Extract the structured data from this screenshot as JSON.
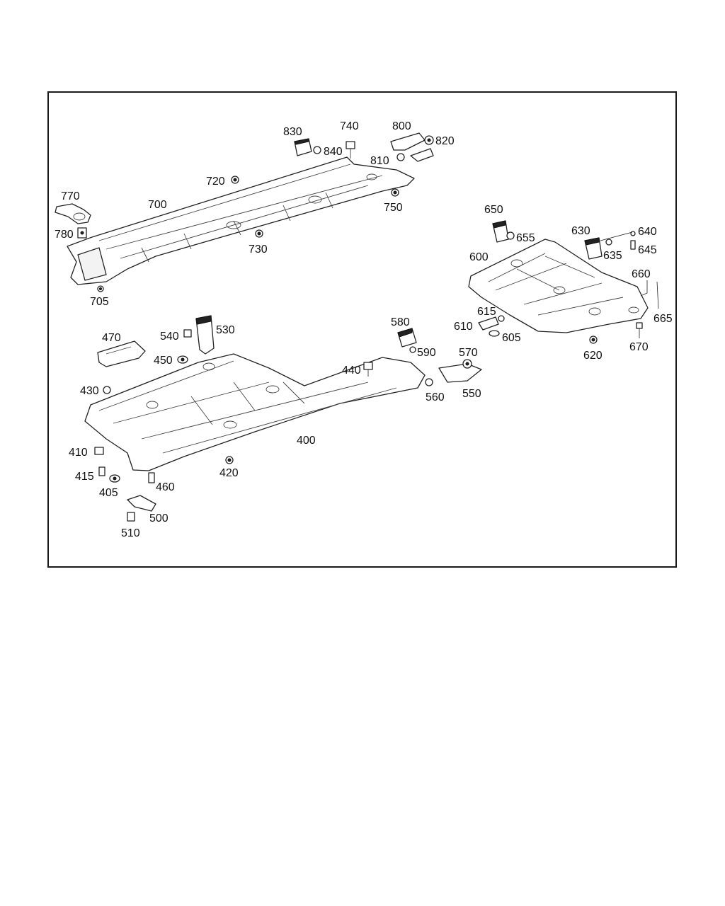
{
  "colors": {
    "ink": "#1a1a1a",
    "paper": "#ffffff"
  },
  "labels": {
    "p400": "400",
    "p405": "405",
    "p410": "410",
    "p415": "415",
    "p420": "420",
    "p430": "430",
    "p440": "440",
    "p450": "450",
    "p460": "460",
    "p470": "470",
    "p500": "500",
    "p510": "510",
    "p530": "530",
    "p540": "540",
    "p550": "550",
    "p560": "560",
    "p570": "570",
    "p580": "580",
    "p590": "590",
    "p600": "600",
    "p605": "605",
    "p610": "610",
    "p615": "615",
    "p620": "620",
    "p630": "630",
    "p635": "635",
    "p640": "640",
    "p645": "645",
    "p650": "650",
    "p655": "655",
    "p660": "660",
    "p665": "665",
    "p670": "670",
    "p700": "700",
    "p705": "705",
    "p720": "720",
    "p730": "730",
    "p740": "740",
    "p750": "750",
    "p770": "770",
    "p780": "780",
    "p800": "800",
    "p810": "810",
    "p820": "820",
    "p830": "830",
    "p840": "840"
  }
}
